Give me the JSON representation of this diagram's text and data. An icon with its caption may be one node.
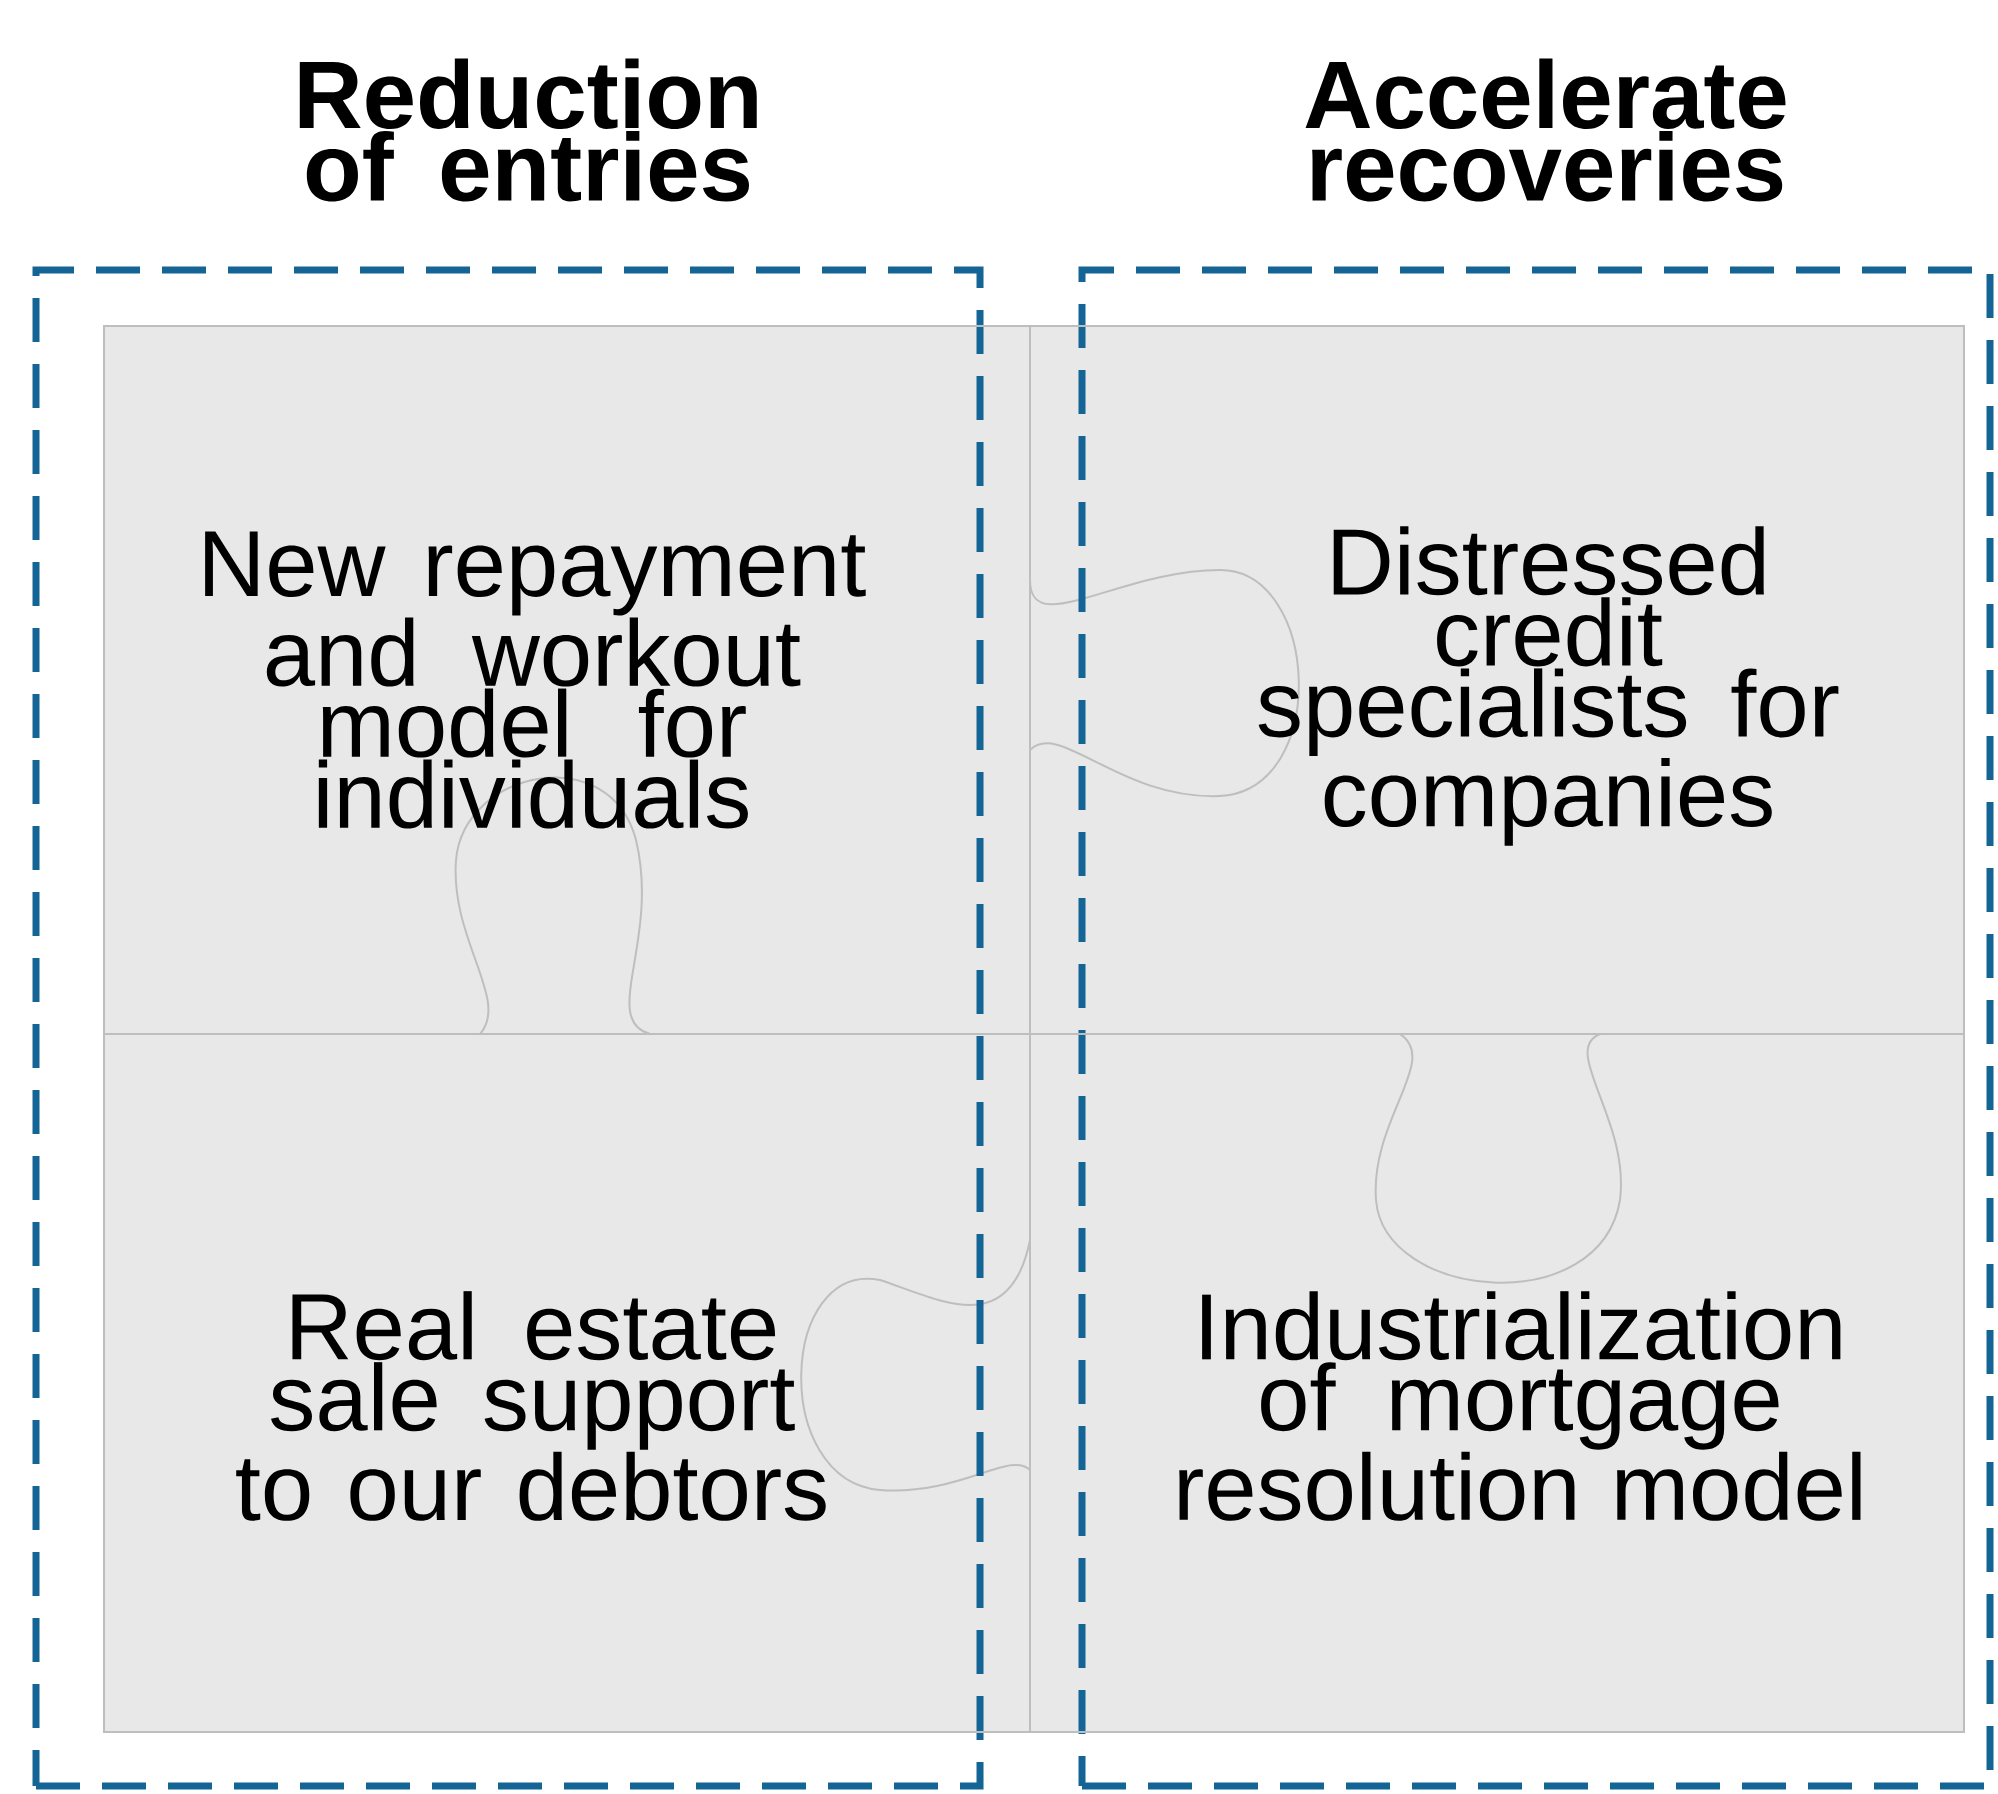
{
  "diagram": {
    "nodes": [
      {
        "text": [
          "Reduction of entries"
        ]
      },
      {
        "text": [
          "Accelerate recoveries"
        ]
      },
      {
        "text": [
          "New repayment and workout model for individuals"
        ]
      },
      {
        "text": [
          "Distressed credit specialists for companies"
        ]
      },
      {
        "text": [
          "Real estate sale support to our debtors"
        ]
      },
      {
        "text": [
          "Industrialization of mortgage resolution model"
        ]
      }
    ]
  }
}
